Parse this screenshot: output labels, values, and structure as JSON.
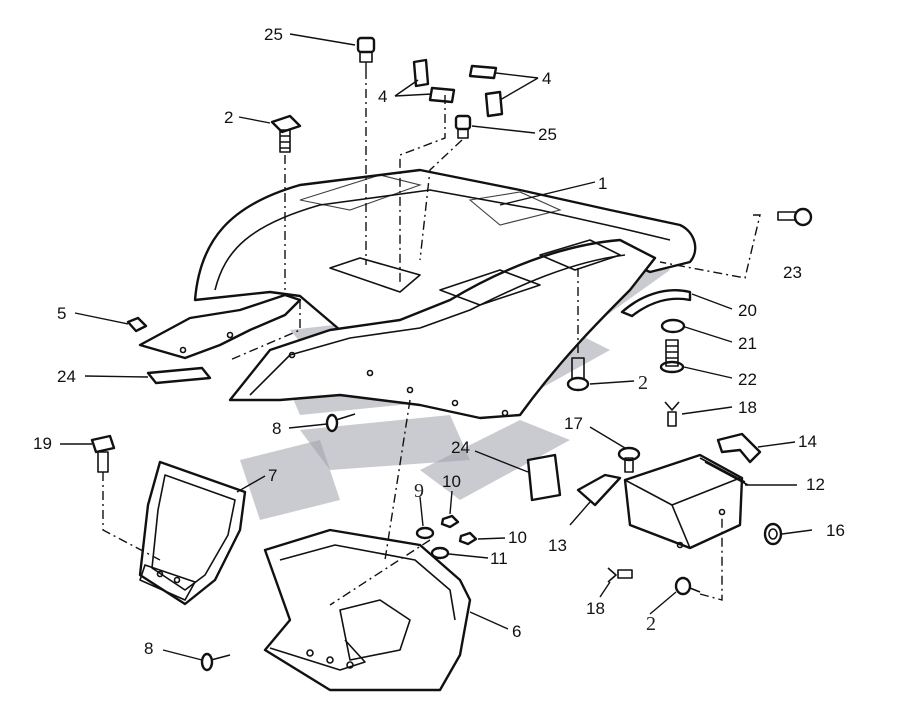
{
  "diagram": {
    "callouts": [
      {
        "id": "c25a",
        "label": "25"
      },
      {
        "id": "c4a",
        "label": "4"
      },
      {
        "id": "c4b",
        "label": "4"
      },
      {
        "id": "c25b",
        "label": "25"
      },
      {
        "id": "c2a",
        "label": "2"
      },
      {
        "id": "c1",
        "label": "1"
      },
      {
        "id": "c23",
        "label": "23"
      },
      {
        "id": "c5",
        "label": "5"
      },
      {
        "id": "c20",
        "label": "20"
      },
      {
        "id": "c21",
        "label": "21"
      },
      {
        "id": "c24a",
        "label": "24"
      },
      {
        "id": "c22",
        "label": "22"
      },
      {
        "id": "c2b",
        "label": "2"
      },
      {
        "id": "c8a",
        "label": "8"
      },
      {
        "id": "c18a",
        "label": "18"
      },
      {
        "id": "c17",
        "label": "17"
      },
      {
        "id": "c19",
        "label": "19"
      },
      {
        "id": "c24b",
        "label": "24"
      },
      {
        "id": "c14",
        "label": "14"
      },
      {
        "id": "c7",
        "label": "7"
      },
      {
        "id": "c9",
        "label": "9"
      },
      {
        "id": "c10a",
        "label": "10"
      },
      {
        "id": "c12",
        "label": "12"
      },
      {
        "id": "c10b",
        "label": "10"
      },
      {
        "id": "c13",
        "label": "13"
      },
      {
        "id": "c11",
        "label": "11"
      },
      {
        "id": "c16",
        "label": "16"
      },
      {
        "id": "c18b",
        "label": "18"
      },
      {
        "id": "c2c",
        "label": "2"
      },
      {
        "id": "c6",
        "label": "6"
      },
      {
        "id": "c8b",
        "label": "8"
      }
    ]
  },
  "colors": {
    "line": "#111111",
    "watermark": "#9fa1aa",
    "background": "#ffffff"
  }
}
